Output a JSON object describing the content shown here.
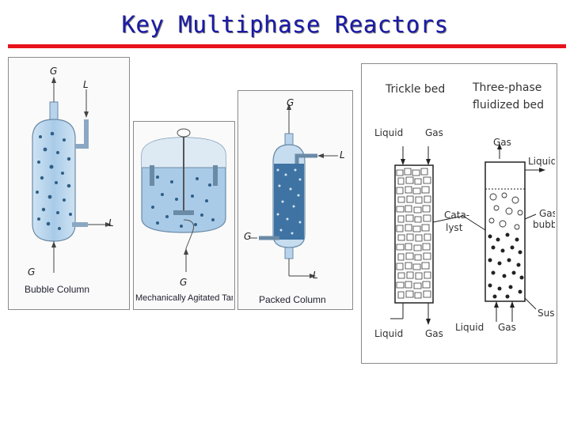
{
  "title": "Key Multiphase Reactors",
  "colors": {
    "title": "#1a1aa8",
    "rule": "#e8131b",
    "liquid": "#a9cbe8",
    "bubble": "#2f5f86"
  },
  "bubble_column": {
    "caption": "Bubble Column",
    "gas_top": "G",
    "liquid_top": "L",
    "liquid_side": "L",
    "gas_bottom": "G"
  },
  "agitated_tank": {
    "caption": "Mechanically Agitated Tank",
    "gas": "G"
  },
  "packed_column": {
    "caption": "Packed Column",
    "gas_top": "G",
    "liquid_top": "L",
    "gas_bottom": "G",
    "liquid_bottom": "L"
  },
  "three_phase": {
    "trickle_bed": "Trickle bed",
    "fluidized_line1": "Three-phase",
    "fluidized_line2": "fluidized bed",
    "liquid_in": "Liquid",
    "gas_in": "Gas",
    "gas_out": "Gas",
    "liquid_out_right": "Liquid",
    "catalyst_line1": "Cata-",
    "catalyst_line2": "lyst",
    "gas_bubbles_line1": "Gas",
    "gas_bubbles_line2": "bubbles",
    "liquid_out_bottom": "Liquid",
    "gas_out_bottom": "Gas",
    "liquid_in_bottom": "Liquid",
    "gas_in_bottom": "Gas",
    "suspension": "Suspension"
  }
}
